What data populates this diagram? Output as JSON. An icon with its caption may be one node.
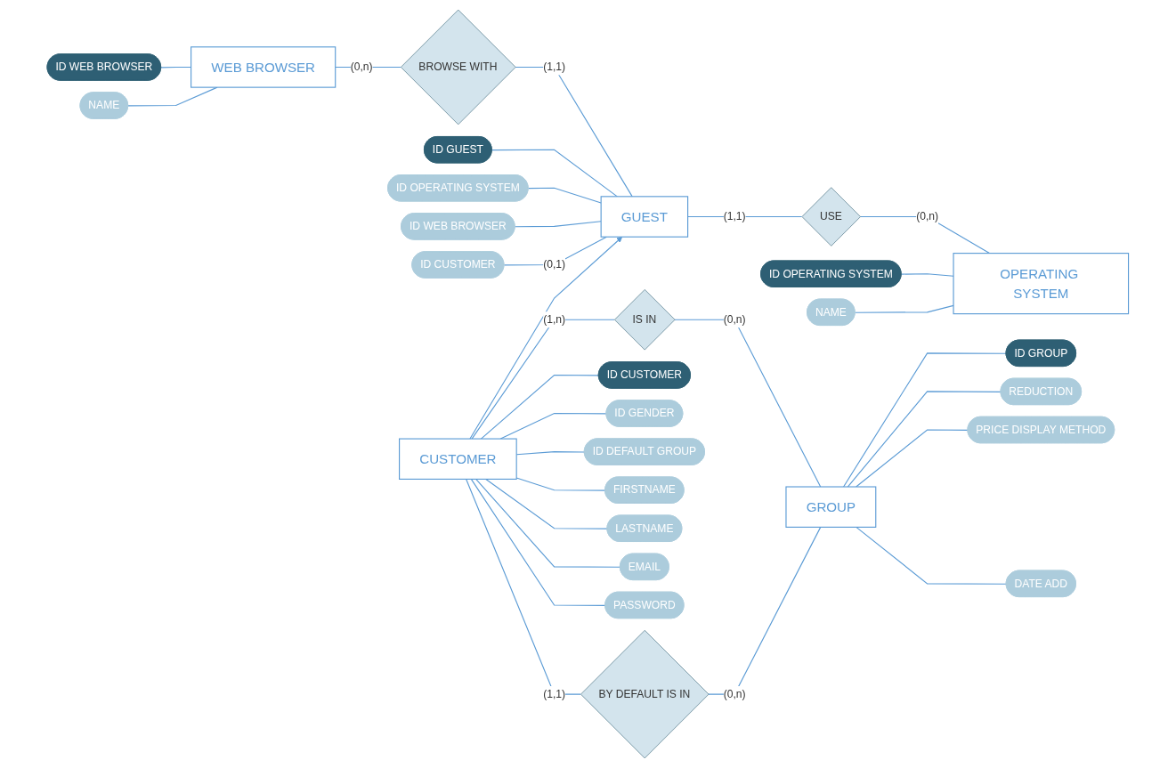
{
  "diagram": {
    "nodes": [
      {
        "text": [
          "ID WEB BROWSER"
        ]
      },
      {
        "text": [
          "WEB BROWSER"
        ]
      },
      {
        "text": [
          "NAME"
        ]
      },
      {
        "text": [
          "BROWSE WITH"
        ]
      },
      {
        "text": [
          "ID GUEST"
        ]
      },
      {
        "text": [
          "ID OPERATING SYSTEM"
        ]
      },
      {
        "text": [
          "ID WEB BROWSER"
        ]
      },
      {
        "text": [
          "ID CUSTOMER"
        ]
      },
      {
        "text": [
          "GUEST"
        ]
      },
      {
        "text": [
          "USE"
        ]
      },
      {
        "text": [
          "ID OPERATING SYSTEM"
        ]
      },
      {
        "text": [
          "OPERATING SYSTEM"
        ]
      },
      {
        "text": [
          "NAME"
        ]
      },
      {
        "text": [
          "IS IN"
        ]
      },
      {
        "text": [
          "ID CUSTOMER"
        ]
      },
      {
        "text": [
          "ID GENDER"
        ]
      },
      {
        "text": [
          "ID DEFAULT GROUP"
        ]
      },
      {
        "text": [
          "FIRSTNAME"
        ]
      },
      {
        "text": [
          "LASTNAME"
        ]
      },
      {
        "text": [
          "EMAIL"
        ]
      },
      {
        "text": [
          "PASSWORD"
        ]
      },
      {
        "text": [
          "CUSTOMER"
        ]
      },
      {
        "text": [
          "ID GROUP"
        ]
      },
      {
        "text": [
          "REDUCTION"
        ]
      },
      {
        "text": [
          "PRICE DISPLAY METHOD"
        ]
      },
      {
        "text": [
          "DATE ADD"
        ]
      },
      {
        "text": [
          "GROUP"
        ]
      },
      {
        "text": [
          "BY DEFAULT IS IN"
        ]
      }
    ],
    "edges": [
      {
        "from": 0,
        "to": 1,
        "arrow": "none"
      },
      {
        "from": 2,
        "to": 1,
        "arrow": "none"
      },
      {
        "from": 1,
        "to": 3,
        "arrow": "none",
        "label": "(0,n)"
      },
      {
        "from": 3,
        "to": 8,
        "arrow": "none",
        "label": "(1,1)"
      },
      {
        "from": 4,
        "to": 8,
        "arrow": "none"
      },
      {
        "from": 5,
        "to": 8,
        "arrow": "none"
      },
      {
        "from": 6,
        "to": 8,
        "arrow": "none"
      },
      {
        "from": 7,
        "to": 8,
        "arrow": "none",
        "label": "(0,1)"
      },
      {
        "from": 21,
        "to": 8,
        "arrow": "to"
      },
      {
        "from": 8,
        "to": 9,
        "arrow": "none",
        "label": "(1,1)"
      },
      {
        "from": 9,
        "to": 11,
        "arrow": "none",
        "label": "(0,n)"
      },
      {
        "from": 10,
        "to": 11,
        "arrow": "none"
      },
      {
        "from": 12,
        "to": 11,
        "arrow": "none"
      },
      {
        "from": 21,
        "to": 13,
        "arrow": "none",
        "label": "(1,n)"
      },
      {
        "from": 13,
        "to": 26,
        "arrow": "none",
        "label": "(0,n)"
      },
      {
        "from": 21,
        "to": 14,
        "arrow": "none"
      },
      {
        "from": 21,
        "to": 15,
        "arrow": "none"
      },
      {
        "from": 21,
        "to": 16,
        "arrow": "none"
      },
      {
        "from": 21,
        "to": 17,
        "arrow": "none"
      },
      {
        "from": 21,
        "to": 18,
        "arrow": "none"
      },
      {
        "from": 21,
        "to": 19,
        "arrow": "none"
      },
      {
        "from": 21,
        "to": 20,
        "arrow": "none"
      },
      {
        "from": 26,
        "to": 22,
        "arrow": "none"
      },
      {
        "from": 26,
        "to": 23,
        "arrow": "none"
      },
      {
        "from": 26,
        "to": 24,
        "arrow": "none"
      },
      {
        "from": 26,
        "to": 25,
        "arrow": "none"
      },
      {
        "from": 21,
        "to": 27,
        "arrow": "none",
        "label": "(1,1)"
      },
      {
        "from": 27,
        "to": 26,
        "arrow": "none",
        "label": "(0,n)"
      }
    ]
  }
}
